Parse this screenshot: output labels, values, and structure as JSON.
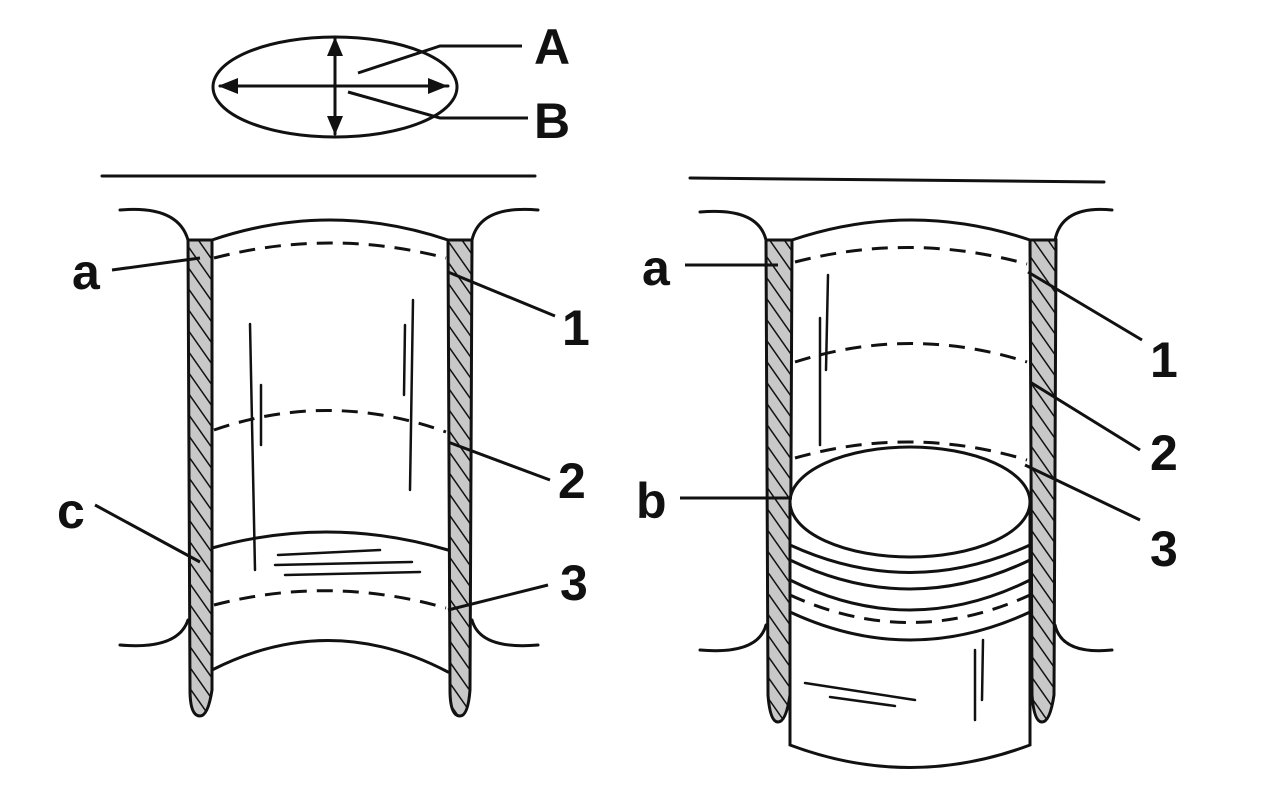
{
  "figure": {
    "ellipse_labels": {
      "major_axis": "A",
      "minor_axis": "B"
    },
    "left_cylinder": {
      "labels": {
        "top_edge": "a",
        "level_1": "1",
        "level_2": "2",
        "level_3": "3",
        "bottom_point": "c"
      }
    },
    "right_cylinder": {
      "labels": {
        "top_edge": "a",
        "level_1": "1",
        "level_2": "2",
        "level_3": "3",
        "piston_point": "b"
      }
    },
    "colors": {
      "ink": "#111111",
      "wall_fill": "#c8c8c8",
      "background": "#ffffff"
    }
  }
}
